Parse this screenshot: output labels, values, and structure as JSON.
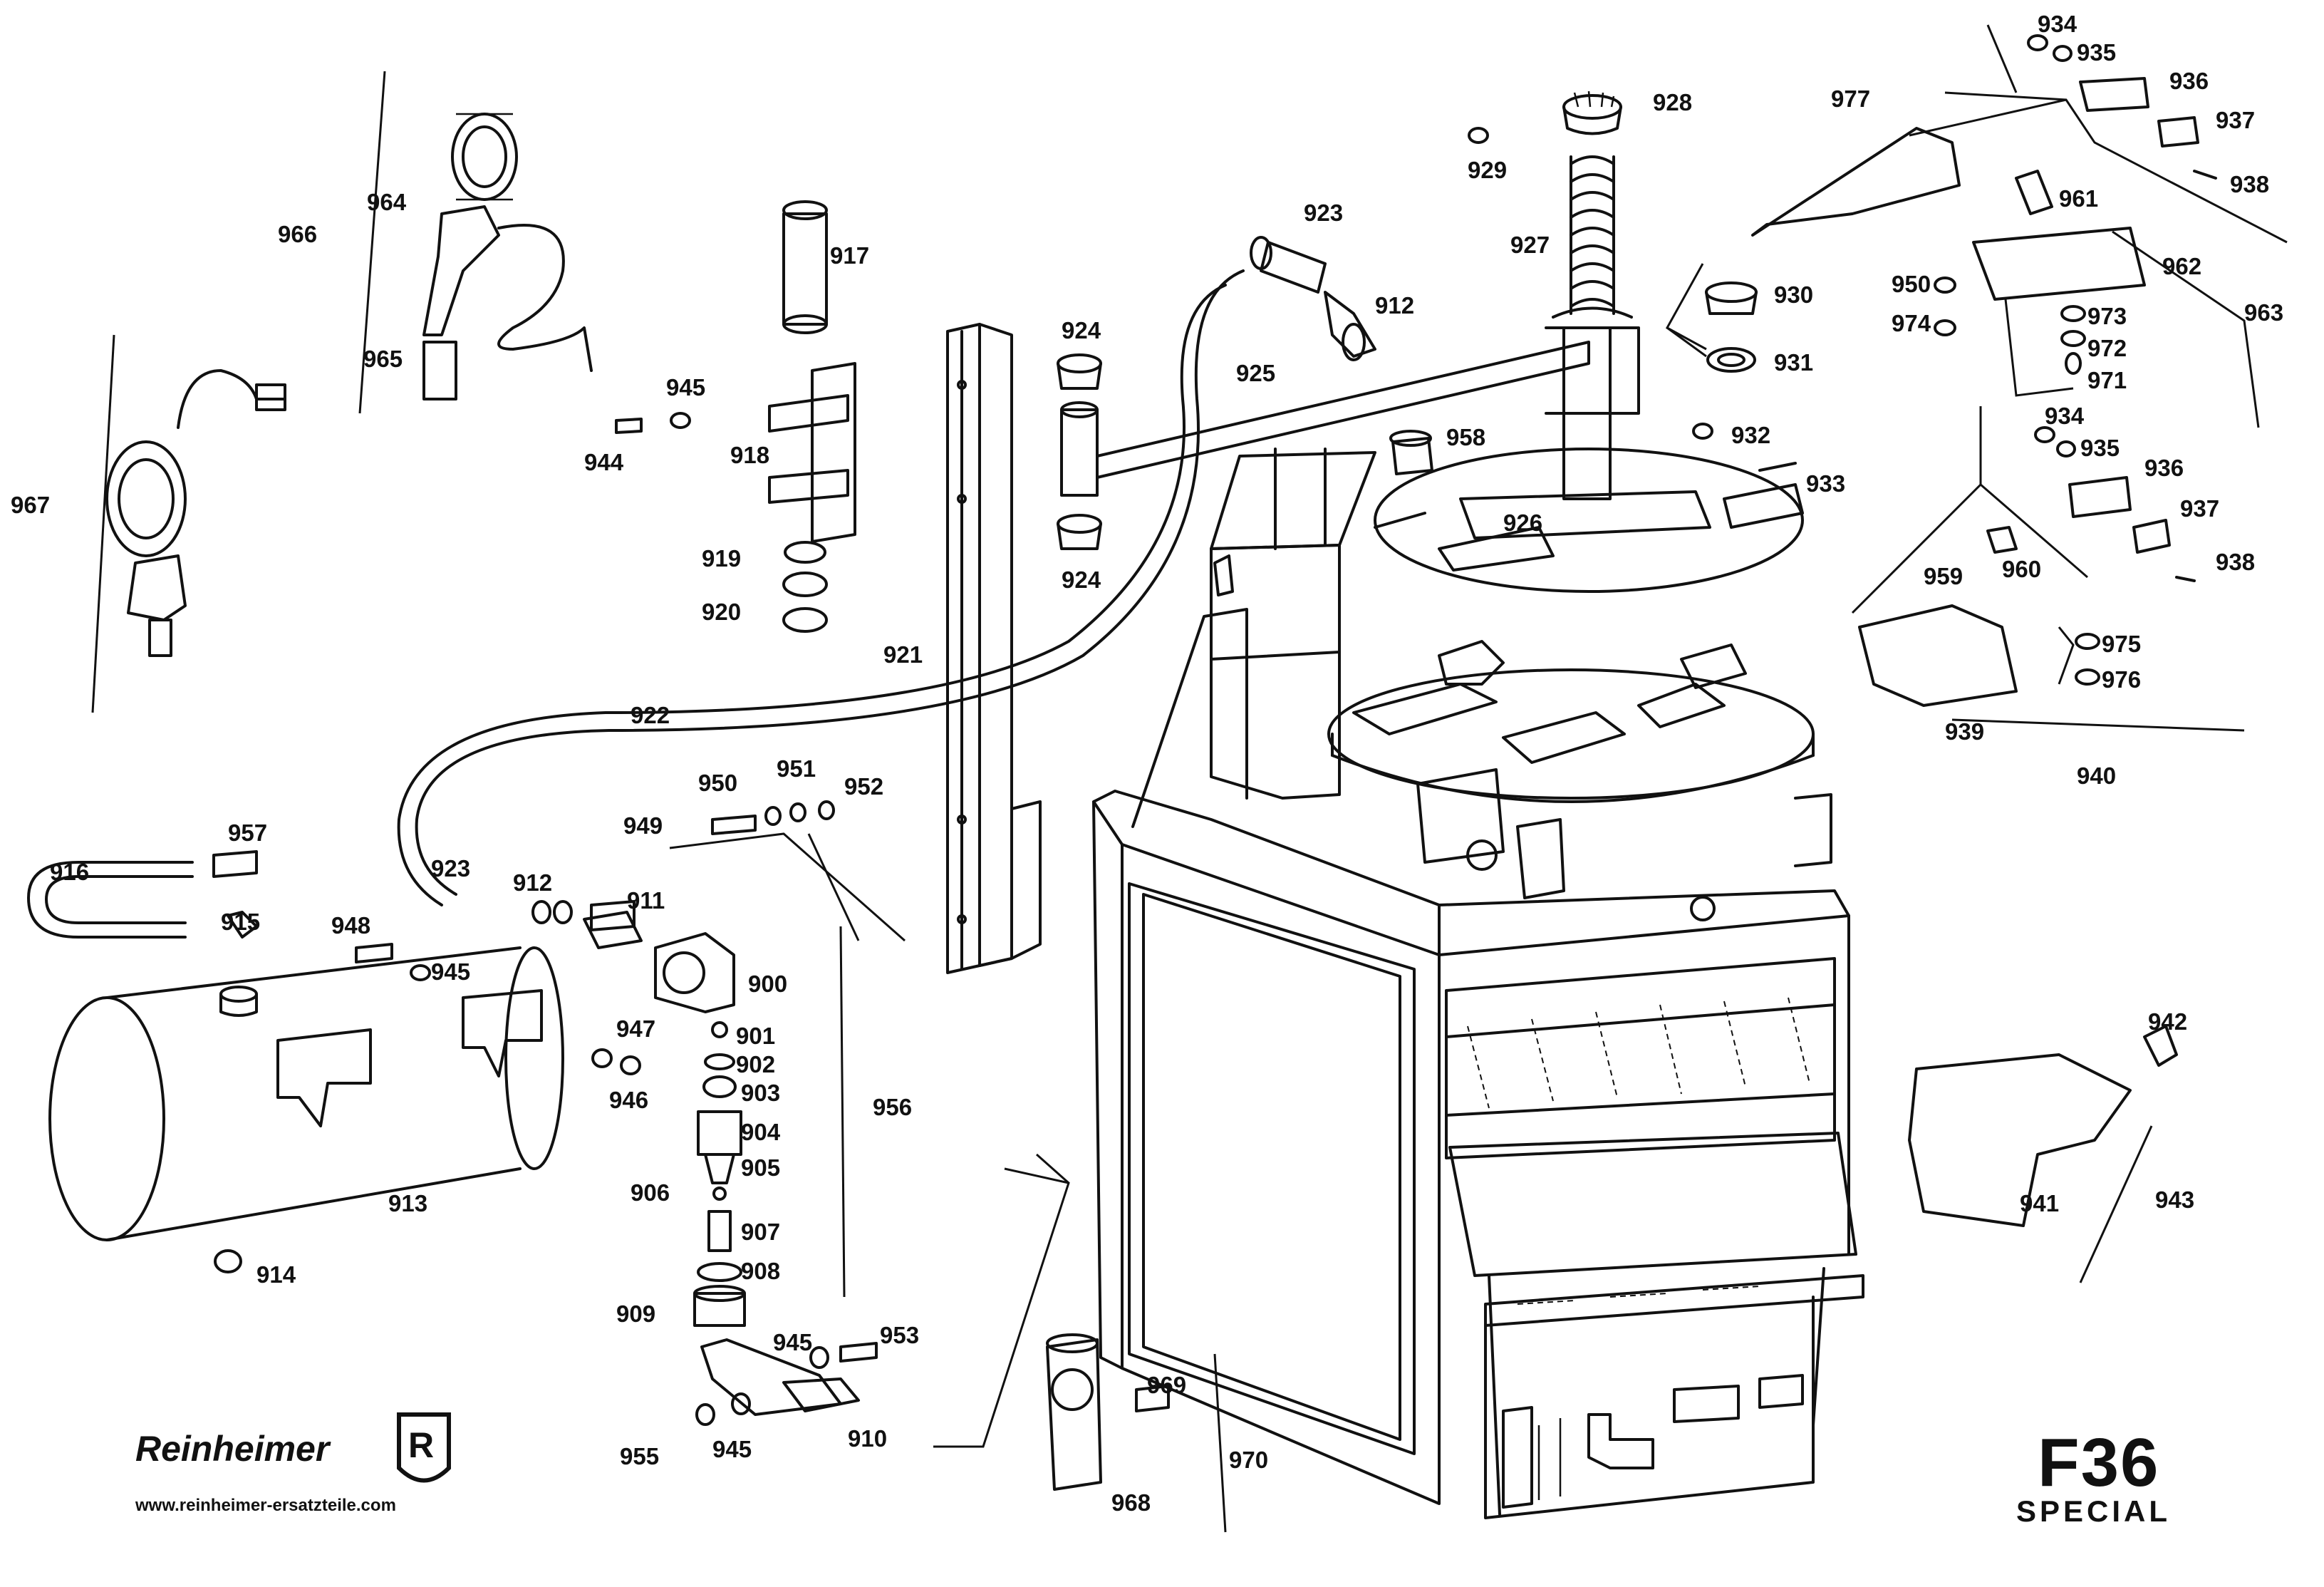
{
  "diagram": {
    "brand_name": "Reinheimer",
    "brand_logo_letter": "R",
    "website": "www.reinheimer-ersatzteile.com",
    "model": "F36",
    "model_subtitle": "SPECIAL"
  },
  "labels": {
    "l900": "900",
    "l901": "901",
    "l902": "902",
    "l903": "903",
    "l904": "904",
    "l905": "905",
    "l906": "906",
    "l907": "907",
    "l908": "908",
    "l909": "909",
    "l910": "910",
    "l911": "911",
    "l912a": "912",
    "l912b": "912",
    "l913": "913",
    "l914": "914",
    "l915": "915",
    "l916": "916",
    "l917": "917",
    "l918": "918",
    "l919": "919",
    "l920": "920",
    "l921": "921",
    "l922": "922",
    "l923a": "923",
    "l923b": "923",
    "l924a": "924",
    "l924b": "924",
    "l925": "925",
    "l926": "926",
    "l927": "927",
    "l928": "928",
    "l929": "929",
    "l930": "930",
    "l931": "931",
    "l932": "932",
    "l933": "933",
    "l934a": "934",
    "l934b": "934",
    "l935a": "935",
    "l935b": "935",
    "l936a": "936",
    "l936b": "936",
    "l937a": "937",
    "l937b": "937",
    "l938a": "938",
    "l938b": "938",
    "l939": "939",
    "l940": "940",
    "l941": "941",
    "l942": "942",
    "l943": "943",
    "l944": "944",
    "l945a": "945",
    "l945b": "945",
    "l945c": "945",
    "l945d": "945",
    "l946": "946",
    "l947": "947",
    "l948": "948",
    "l949": "949",
    "l950a": "950",
    "l950b": "950",
    "l951": "951",
    "l952": "952",
    "l953": "953",
    "l955": "955",
    "l956": "956",
    "l957": "957",
    "l958": "958",
    "l959": "959",
    "l960": "960",
    "l961": "961",
    "l962": "962",
    "l963": "963",
    "l964": "964",
    "l965": "965",
    "l966": "966",
    "l967": "967",
    "l968": "968",
    "l969": "969",
    "l970": "970",
    "l971": "971",
    "l972": "972",
    "l973": "973",
    "l974": "974",
    "l975": "975",
    "l976": "976",
    "l977": "977"
  }
}
